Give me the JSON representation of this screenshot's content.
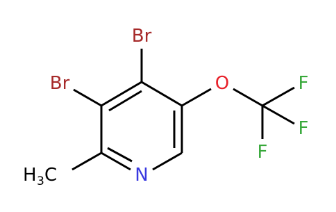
{
  "molecule": {
    "atoms": {
      "br4": "Br",
      "br3": "Br",
      "o": "O",
      "f1": "F",
      "f2": "F",
      "f3": "F",
      "n": "N",
      "methyl_h": "H",
      "methyl_sub": "3",
      "methyl_c": "C"
    },
    "colors": {
      "bond": "#000000",
      "bromine": "#a62929",
      "oxygen": "#e8212a",
      "fluorine": "#37a83a",
      "nitrogen": "#3838e0",
      "carbon_label": "#000000"
    }
  }
}
